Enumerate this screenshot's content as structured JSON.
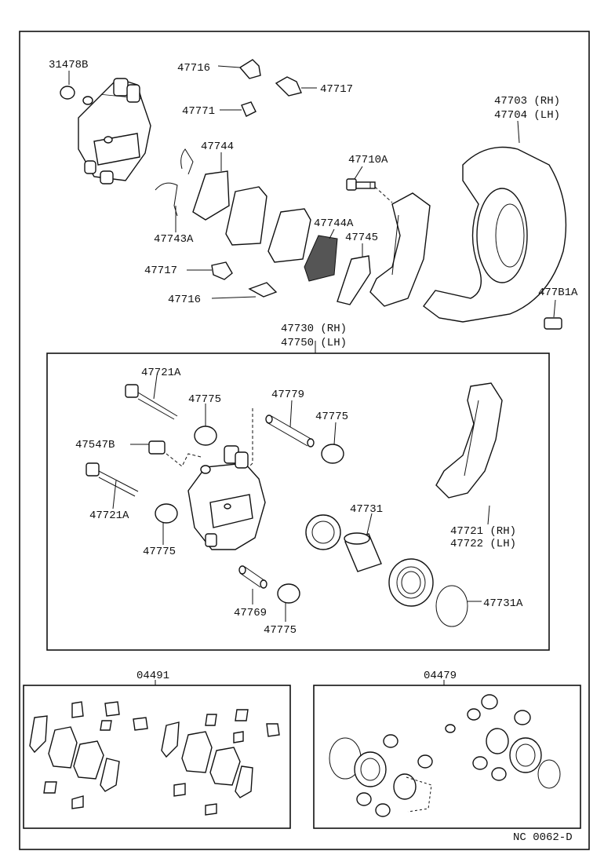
{
  "labels": {
    "l31478B": "31478B",
    "l47716a": "47716",
    "l47717a": "47717",
    "l47771": "47771",
    "l47703": "47703 (RH)",
    "l47704": "47704 (LH)",
    "l47744": "47744",
    "l47710A": "47710A",
    "l47743A": "47743A",
    "l47744A": "47744A",
    "l47745": "47745",
    "l47717b": "47717",
    "l47716b": "47716",
    "l477B1A": "477B1A",
    "l47730": "47730 (RH)",
    "l47750": "47750 (LH)",
    "l47721Aa": "47721A",
    "l47775a": "47775",
    "l47779": "47779",
    "l47775b": "47775",
    "l47547B": "47547B",
    "l47721Ab": "47721A",
    "l47775c": "47775",
    "l47731": "47731",
    "l47721": "47721 (RH)",
    "l47722": "47722 (LH)",
    "l47769": "47769",
    "l47775d": "47775",
    "l47731A": "47731A",
    "l04491": "04491",
    "l04479": "04479",
    "code": "NC  0062-D"
  }
}
